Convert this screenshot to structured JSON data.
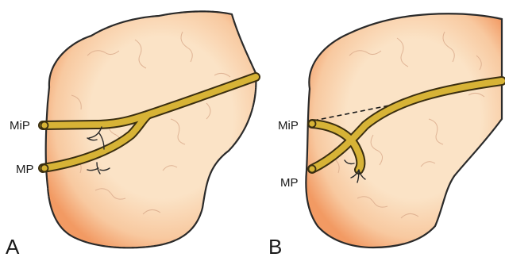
{
  "panels": [
    {
      "letter": "A",
      "nerve_labels": {
        "upper": "MiP",
        "lower": "MP"
      },
      "dashed_line": false
    },
    {
      "letter": "B",
      "nerve_labels": {
        "upper": "MiP",
        "lower": "MP"
      },
      "dashed_line": true
    }
  ],
  "colors": {
    "tissue_center": "#fbe3c6",
    "tissue_edge": "#f29a63",
    "outline": "#2a2a2a",
    "nerve_fill": "#d7b336",
    "nerve_stroke": "#3a2e10",
    "background": "#ffffff"
  }
}
